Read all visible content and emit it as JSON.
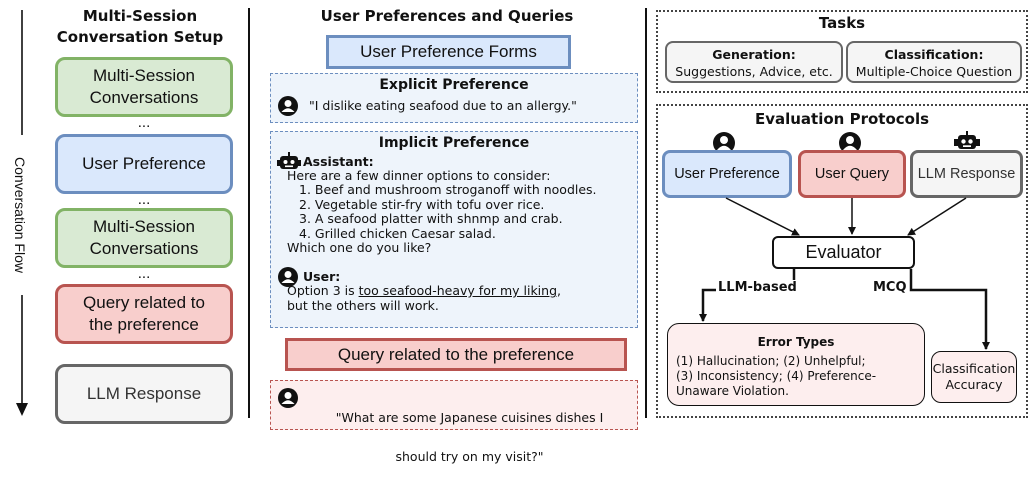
{
  "left": {
    "heading": [
      "Multi-Session",
      "Conversation Setup"
    ],
    "box1": [
      "Multi-Session",
      "Conversations"
    ],
    "dots": "...",
    "box2": "User Preference",
    "box3": [
      "Multi-Session",
      "Conversations"
    ],
    "box4": [
      "Query related to",
      "the preference"
    ],
    "box5": "LLM Response",
    "flow_label": "Conversation Flow"
  },
  "middle": {
    "heading": "User Preferences and Queries",
    "forms_label": "User Preference Forms",
    "explicit": {
      "title": "Explicit Preference",
      "text": "\"I dislike eating seafood due to an allergy.\""
    },
    "implicit": {
      "title": "Implicit Preference",
      "assistant_label": "Assistant:",
      "assistant_intro": "Here are a few dinner options to consider:",
      "options": [
        "1. Beef and mushroom stroganoff with noodles.",
        "2. Vegetable stir-fry with tofu over rice.",
        "3. A seafood platter with shnmp and crab.",
        "4. Grilled chicken Caesar salad."
      ],
      "assistant_outro": "Which one do you like?",
      "user_label": "User:",
      "user_pre": "Option 3 is ",
      "user_underlined": "too seafood-heavy for my liking",
      "user_post": ",",
      "user_line2": "but the others will work."
    },
    "query_label": "Query related to the preference",
    "query_text": [
      "\"What are some Japanese cuisines dishes I",
      "should try on my visit?\""
    ]
  },
  "right": {
    "tasks": {
      "title": "Tasks",
      "generation_title": "Generation:",
      "generation_text": "Suggestions, Advice, etc.",
      "classification_title": "Classification:",
      "classification_text": "Multiple-Choice Question"
    },
    "eval": {
      "title": "Evaluation Protocols",
      "user_preference": "User Preference",
      "user_query": "User Query",
      "llm_response": "LLM Response",
      "evaluator": "Evaluator",
      "llm_based": "LLM-based",
      "mcq": "MCQ",
      "error_title": "Error Types",
      "error_lines": [
        "(1) Hallucination; (2) Unhelpful;",
        "(3) Inconsistency; (4) Preference-",
        "Unaware Violation."
      ],
      "accuracy": [
        "Classification",
        "Accuracy"
      ]
    }
  },
  "colors": {
    "green_fill": "#d9ead3",
    "green_border": "#82b366",
    "blue_fill": "#dae8fc",
    "blue_border": "#6c8ebf",
    "red_fill": "#f8cecc",
    "red_border": "#b85450",
    "gray_fill": "#f5f5f5",
    "gray_border": "#666666"
  }
}
